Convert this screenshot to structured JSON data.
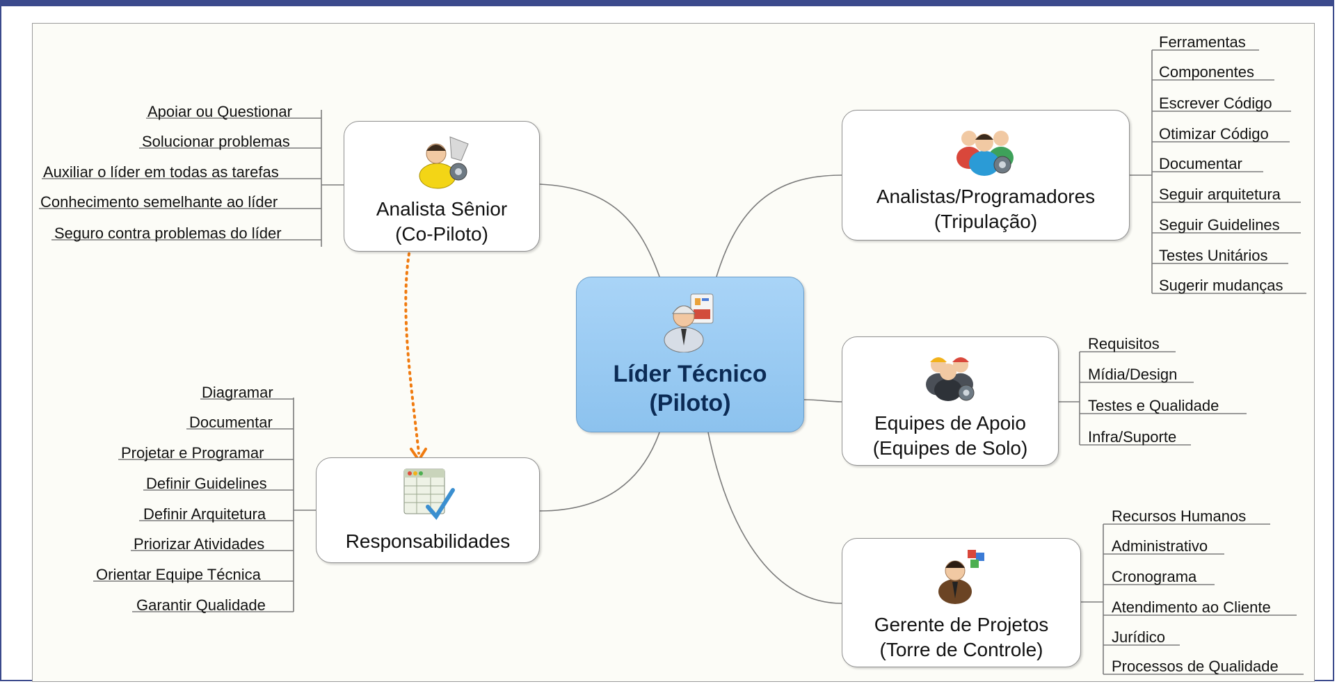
{
  "center": {
    "line1": "Líder Técnico",
    "line2": "(Piloto)"
  },
  "senior": {
    "line1": "Analista Sênior",
    "line2": "(Co-Piloto)",
    "items": [
      "Apoiar ou Questionar",
      "Solucionar problemas",
      "Auxiliar o líder em todas as tarefas",
      "Conhecimento semelhante ao líder",
      "Seguro contra problemas do líder"
    ]
  },
  "resp": {
    "line1": "Responsabilidades",
    "items": [
      "Diagramar",
      "Documentar",
      "Projetar e Programar",
      "Definir Guidelines",
      "Definir Arquitetura",
      "Priorizar Atividades",
      "Orientar Equipe Técnica",
      "Garantir Qualidade"
    ]
  },
  "analysts": {
    "line1": "Analistas/Programadores",
    "line2": "(Tripulação)",
    "items": [
      "Ferramentas",
      "Componentes",
      "Escrever Código",
      "Otimizar Código",
      "Documentar",
      "Seguir arquitetura",
      "Seguir Guidelines",
      "Testes Unitários",
      "Sugerir mudanças"
    ]
  },
  "support": {
    "line1": "Equipes de Apoio",
    "line2": "(Equipes de Solo)",
    "items": [
      "Requisitos",
      "Mídia/Design",
      "Testes e Qualidade",
      "Infra/Suporte"
    ]
  },
  "pm": {
    "line1": "Gerente de Projetos",
    "line2": "(Torre de Controle)",
    "items": [
      "Recursos Humanos",
      "Administrativo",
      "Cronograma",
      "Atendimento ao Cliente",
      "Jurídico",
      "Processos de Qualidade"
    ]
  },
  "colors": {
    "center_fill": "#9ccbf3",
    "dotted_arrow": "#f07b10",
    "line": "#7a7a7a"
  }
}
